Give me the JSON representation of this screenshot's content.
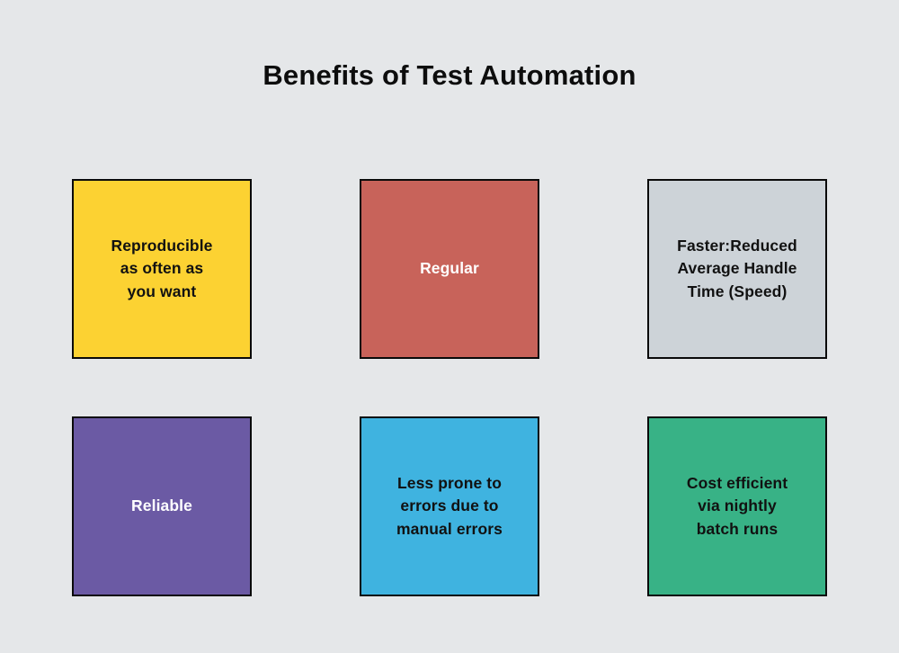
{
  "page": {
    "title": "Benefits of Test Automation",
    "background_color": "#e5e7e9",
    "border_color": "#0a0a0a"
  },
  "cards": [
    {
      "id": "reproducible",
      "label": "Reproducible\nas often as\nyou want",
      "fill_color": "#fcd232",
      "text_color": "#111111"
    },
    {
      "id": "regular",
      "label": "Regular",
      "fill_color": "#c8635a",
      "text_color": "#ffffff"
    },
    {
      "id": "faster",
      "label": "Faster:Reduced\nAverage Handle\nTime (Speed)",
      "fill_color": "#cdd3d8",
      "text_color": "#111111"
    },
    {
      "id": "reliable",
      "label": "Reliable",
      "fill_color": "#6b5aa4",
      "text_color": "#ffffff"
    },
    {
      "id": "less-prone-to-errors",
      "label": "Less prone to\nerrors due to\nmanual errors",
      "fill_color": "#3fb3e0",
      "text_color": "#111111"
    },
    {
      "id": "cost-efficient",
      "label": "Cost efficient\nvia nightly\nbatch runs",
      "fill_color": "#38b286",
      "text_color": "#111111"
    }
  ]
}
